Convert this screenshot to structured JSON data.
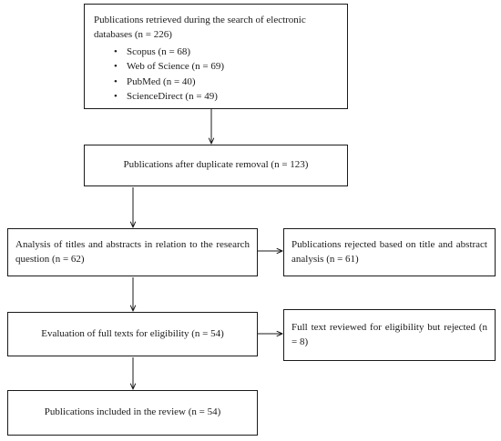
{
  "diagram": {
    "type": "flowchart",
    "nodes": {
      "retrieved": {
        "text": "Publications retrieved during the search of electronic databases (n = 226)",
        "items": [
          "Scopus (n = 68)",
          "Web of Science (n = 69)",
          "PubMed (n = 40)",
          "ScienceDirect (n = 49)"
        ]
      },
      "after_duplicates": {
        "text": "Publications after duplicate removal (n = 123)"
      },
      "titles_abstracts": {
        "text": "Analysis of titles and abstracts in relation to the research question (n = 62)"
      },
      "rejected_title": {
        "text": "Publications rejected based on title and abstract analysis (n = 61)"
      },
      "full_text": {
        "text": "Evaluation of full texts for eligibility (n = 54)"
      },
      "rejected_full": {
        "text": "Full text reviewed for eligibility but rejected (n = 8)"
      },
      "included": {
        "text": "Publications included in the review (n = 54)"
      }
    },
    "edges": [
      {
        "from": "retrieved",
        "to": "after_duplicates"
      },
      {
        "from": "after_duplicates",
        "to": "titles_abstracts"
      },
      {
        "from": "titles_abstracts",
        "to": "rejected_title"
      },
      {
        "from": "titles_abstracts",
        "to": "full_text"
      },
      {
        "from": "full_text",
        "to": "rejected_full"
      },
      {
        "from": "full_text",
        "to": "included"
      }
    ],
    "colors": {
      "line": "#1a1a1a",
      "background": "#ffffff"
    }
  }
}
